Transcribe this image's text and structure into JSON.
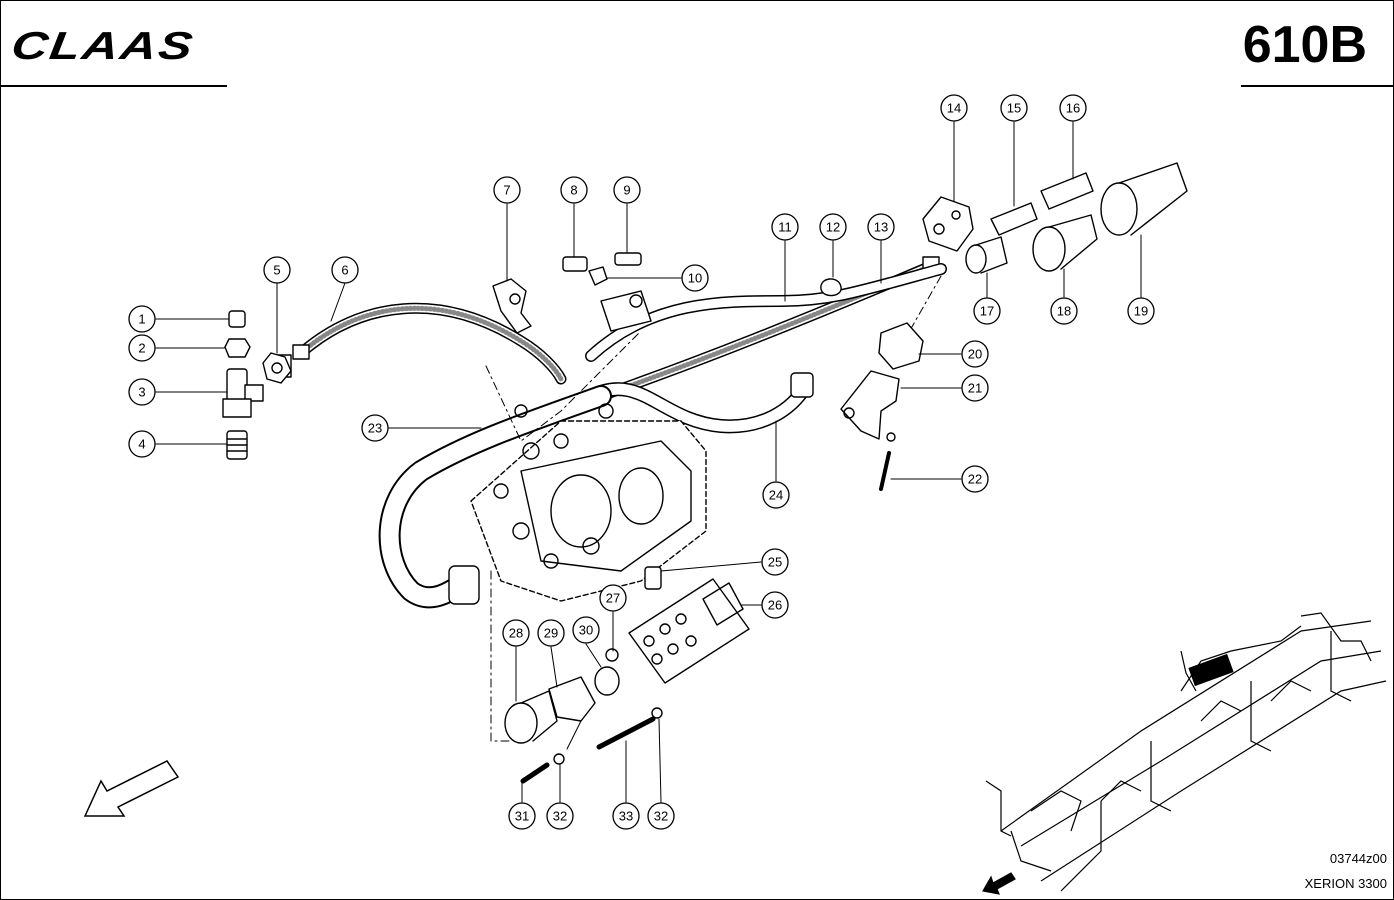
{
  "header": {
    "brand": "CLAAS",
    "page_number": "610B"
  },
  "footer": {
    "drawing_id": "03744z00",
    "machine": "XERION 3300"
  },
  "callouts": [
    "1",
    "2",
    "3",
    "4",
    "5",
    "6",
    "7",
    "8",
    "9",
    "10",
    "11",
    "12",
    "13",
    "14",
    "15",
    "16",
    "17",
    "18",
    "19",
    "20",
    "21",
    "22",
    "23",
    "24",
    "25",
    "26",
    "27",
    "28",
    "29",
    "30",
    "31",
    "32",
    "33",
    "32"
  ],
  "icons": {
    "direction_arrow": "front-direction-arrow-icon",
    "frame_overview": "chassis-frame-overview-icon"
  }
}
